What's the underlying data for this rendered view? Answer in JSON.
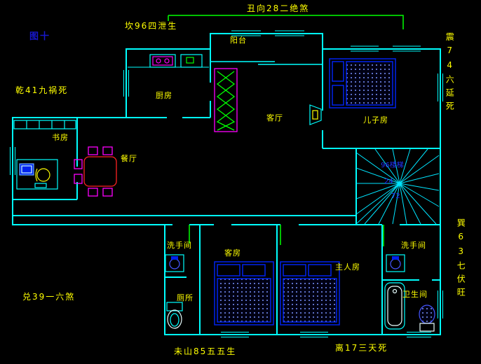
{
  "colors": {
    "bg": "#000000",
    "wall": "#00ffff",
    "label": "#ffff00",
    "bed_blue": "#0022ee",
    "green": "#00ff00",
    "magenta": "#ff00ff",
    "red": "#ff2222",
    "figure_blue": "#1717cd"
  },
  "figure_label": "图十",
  "compass": {
    "top": "丑向28二绝煞",
    "top_left": "坎96四泄生",
    "left_upper": "乾41九祸死",
    "left_lower": "兑39一六煞",
    "right_upper": "震74六延死",
    "right_lower": "巽63七伏旺",
    "bottom_left": "未山85五五生",
    "bottom_right": "离17三天死"
  },
  "rooms": {
    "balcony": "阳台",
    "kitchen": "厨房",
    "living_room": "客厅",
    "son_room": "儿子房",
    "study": "书房",
    "dining": "餐厅",
    "washroom_left": "洗手间",
    "toilet": "厕所",
    "guest_room": "客房",
    "master_room": "主人房",
    "washroom_right": "洗手间",
    "bathroom": "卫生间"
  },
  "stairs": {
    "m1": "96楼梯",
    "m2": "24",
    "m3": "72"
  }
}
